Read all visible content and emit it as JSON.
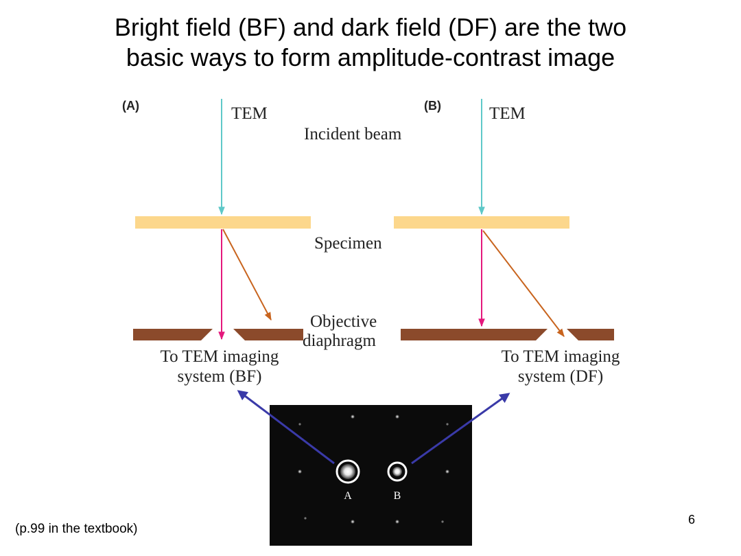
{
  "slide": {
    "title_line1": "Bright field (BF) and dark field (DF) are the two",
    "title_line2": "basic ways to form amplitude-contrast image",
    "footnote": "(p.99 in the textbook)",
    "page_number": "6"
  },
  "diagram": {
    "panel_a_label": "(A)",
    "panel_b_label": "(B)",
    "tem_label_a": "TEM",
    "tem_label_b": "TEM",
    "incident_beam_label": "Incident beam",
    "specimen_label": "Specimen",
    "objective_label_line1": "Objective",
    "objective_label_line2": "diaphragm",
    "bf_label_line1": "To TEM imaging",
    "bf_label_line2": "system (BF)",
    "df_label_line1": "To TEM imaging",
    "df_label_line2": "system (DF)"
  },
  "diffraction_pattern": {
    "spot_a_label": "A",
    "spot_b_label": "B"
  },
  "colors": {
    "incident_beam": "#5ec8c8",
    "specimen": "#fcd78c",
    "direct_beam": "#e4187c",
    "diffracted_beam": "#c8641e",
    "diaphragm": "#8b4a2b",
    "pointer_arrow": "#3a3aa8",
    "pattern_background": "#0b0b0b"
  }
}
